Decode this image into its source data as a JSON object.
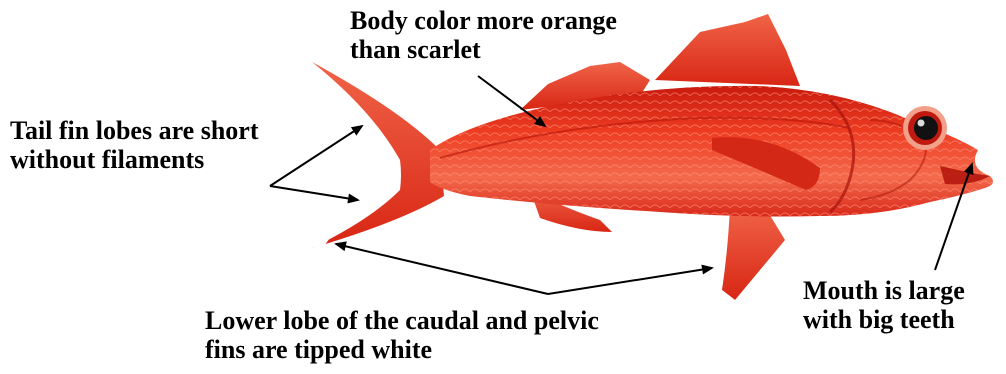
{
  "annotations": {
    "body_color": [
      "Body color more orange",
      "than scarlet"
    ],
    "tail_fin": [
      "Tail fin lobes are short",
      "without filaments"
    ],
    "lower_lobe": [
      "Lower lobe of the caudal and pelvic",
      "fins are tipped white"
    ],
    "mouth": [
      "Mouth is large",
      "with big teeth"
    ]
  },
  "colors": {
    "fish_body": "#e8321e",
    "fish_dark": "#c0160c",
    "fish_light": "#f36a4e",
    "fin": "#ef3a22",
    "eye_ring": "#f2a08a",
    "text": "#000000",
    "arrow": "#000000"
  },
  "icons": {
    "fish": "fish-illustration",
    "arrow": "arrow-pointer"
  }
}
